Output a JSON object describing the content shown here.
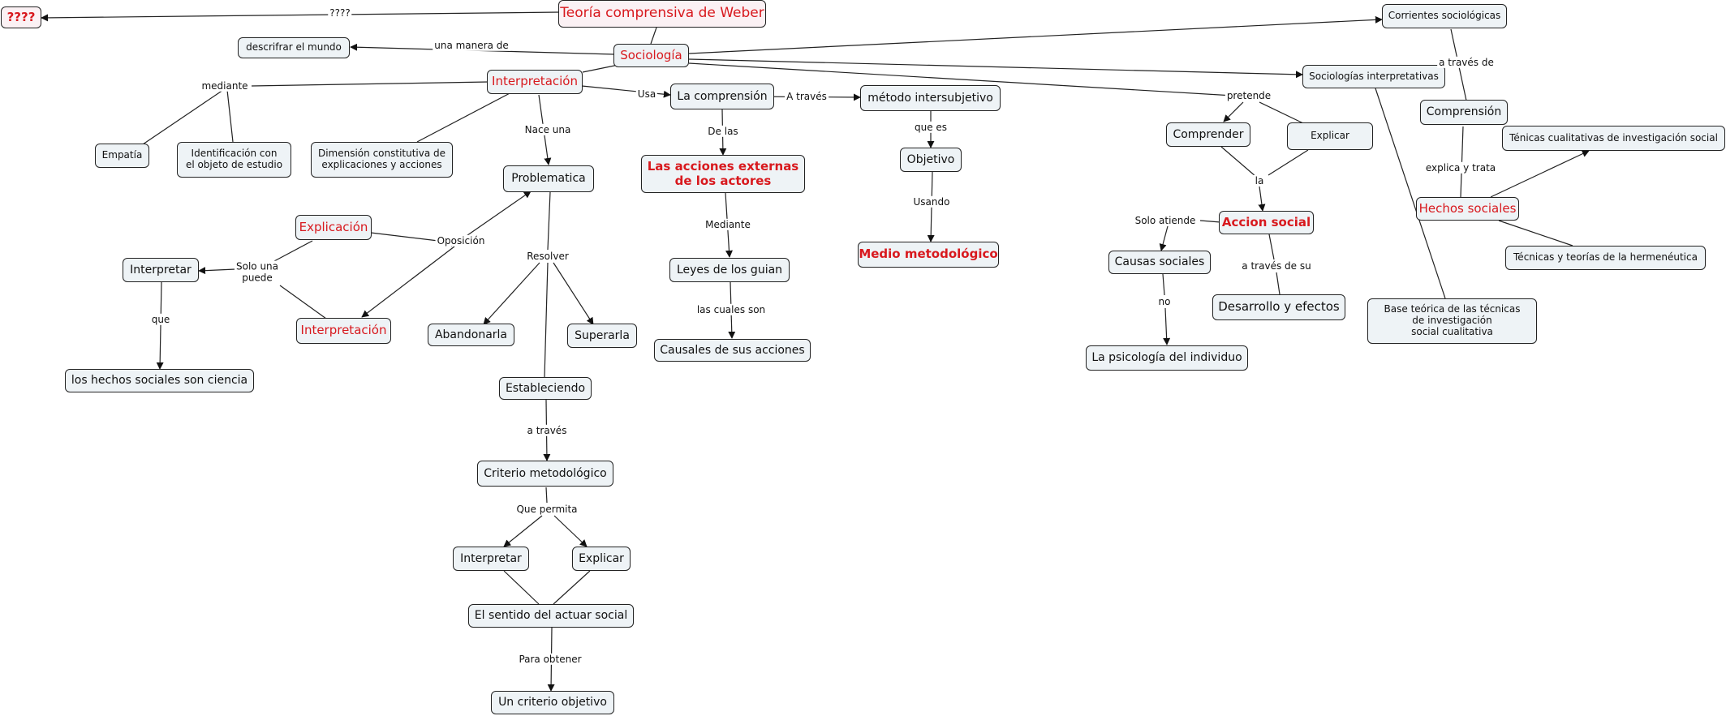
{
  "nodes": {
    "teoria": "Teoría comprensiva de Weber",
    "q": "????",
    "describir": "descrifrar el mundo",
    "sociologia": "Sociología",
    "interpretacion1": "Interpretación",
    "empatia": "Empatía",
    "identificacion": "Identificación con\nel objeto de estudio",
    "dimension": "Dimensión constitutiva de\nexplicaciones y acciones",
    "comprension1": "La comprensión",
    "metodo": "método intersubjetivo",
    "problematica": "Problematica",
    "acciones": "Las acciones externas\nde los actores",
    "objetivo": "Objetivo",
    "medio": "Medio metodológico",
    "explicacion": "Explicación",
    "interpretar1": "Interpretar",
    "interpretacion2": "Interpretación",
    "hechosciencia": "los hechos sociales son ciencia",
    "abandonarla": "Abandonarla",
    "superarla": "Superarla",
    "leyes": "Leyes de los guian",
    "causales": "Causales de sus acciones",
    "estableciendo": "Estableciendo",
    "criterio": "Criterio metodológico",
    "interpretar2": "Interpretar",
    "explicar2": "Explicar",
    "sentido": "El sentido del actuar social",
    "uncriterio": "Un criterio objetivo",
    "corrientes": "Corrientes sociológicas",
    "sociologias": "Sociologías interpretativas",
    "comprension2": "Comprensión",
    "tecnicascual": "Ténicas cualitativas de investigación social",
    "comprender": "Comprender",
    "explicar1": "Explicar",
    "accionsocial": "Accion social",
    "hechossociales": "Hechos sociales",
    "tecnicasherm": "Técnicas y teorías de la hermenéutica",
    "causas": "Causas sociales",
    "desarrollo": "Desarrollo y efectos",
    "psicologia": "La psicología del individuo",
    "base": "Base teórica de las técnicas\nde investigación\nsocial cualitativa"
  },
  "links": {
    "q": "????",
    "manera": "una manera de",
    "mediante": "mediante",
    "usa": "Usa",
    "atraves1": "A través",
    "nace": "Nace una",
    "delas": "De las",
    "quees": "que es",
    "usando": "Usando",
    "oposicion": "Oposición",
    "solouna": "Solo una\npuede",
    "que": "que",
    "resolver": "Resolver",
    "mediante2": "Mediante",
    "cualesson": "las cuales son",
    "atraves2": "a través",
    "quepermita": "Que permita",
    "paraobtener": "Para obtener",
    "atravesde": "a través de",
    "pretende": "pretende",
    "la": "la",
    "explicatrata": "explica y trata",
    "soloatiende": "Solo atiende",
    "atravesdesu": "a través de su",
    "no": "no"
  },
  "colors": {
    "accent_red": "#d8191e",
    "node_fill": "#eef3f6",
    "root_fill": "#fbf1f4"
  }
}
